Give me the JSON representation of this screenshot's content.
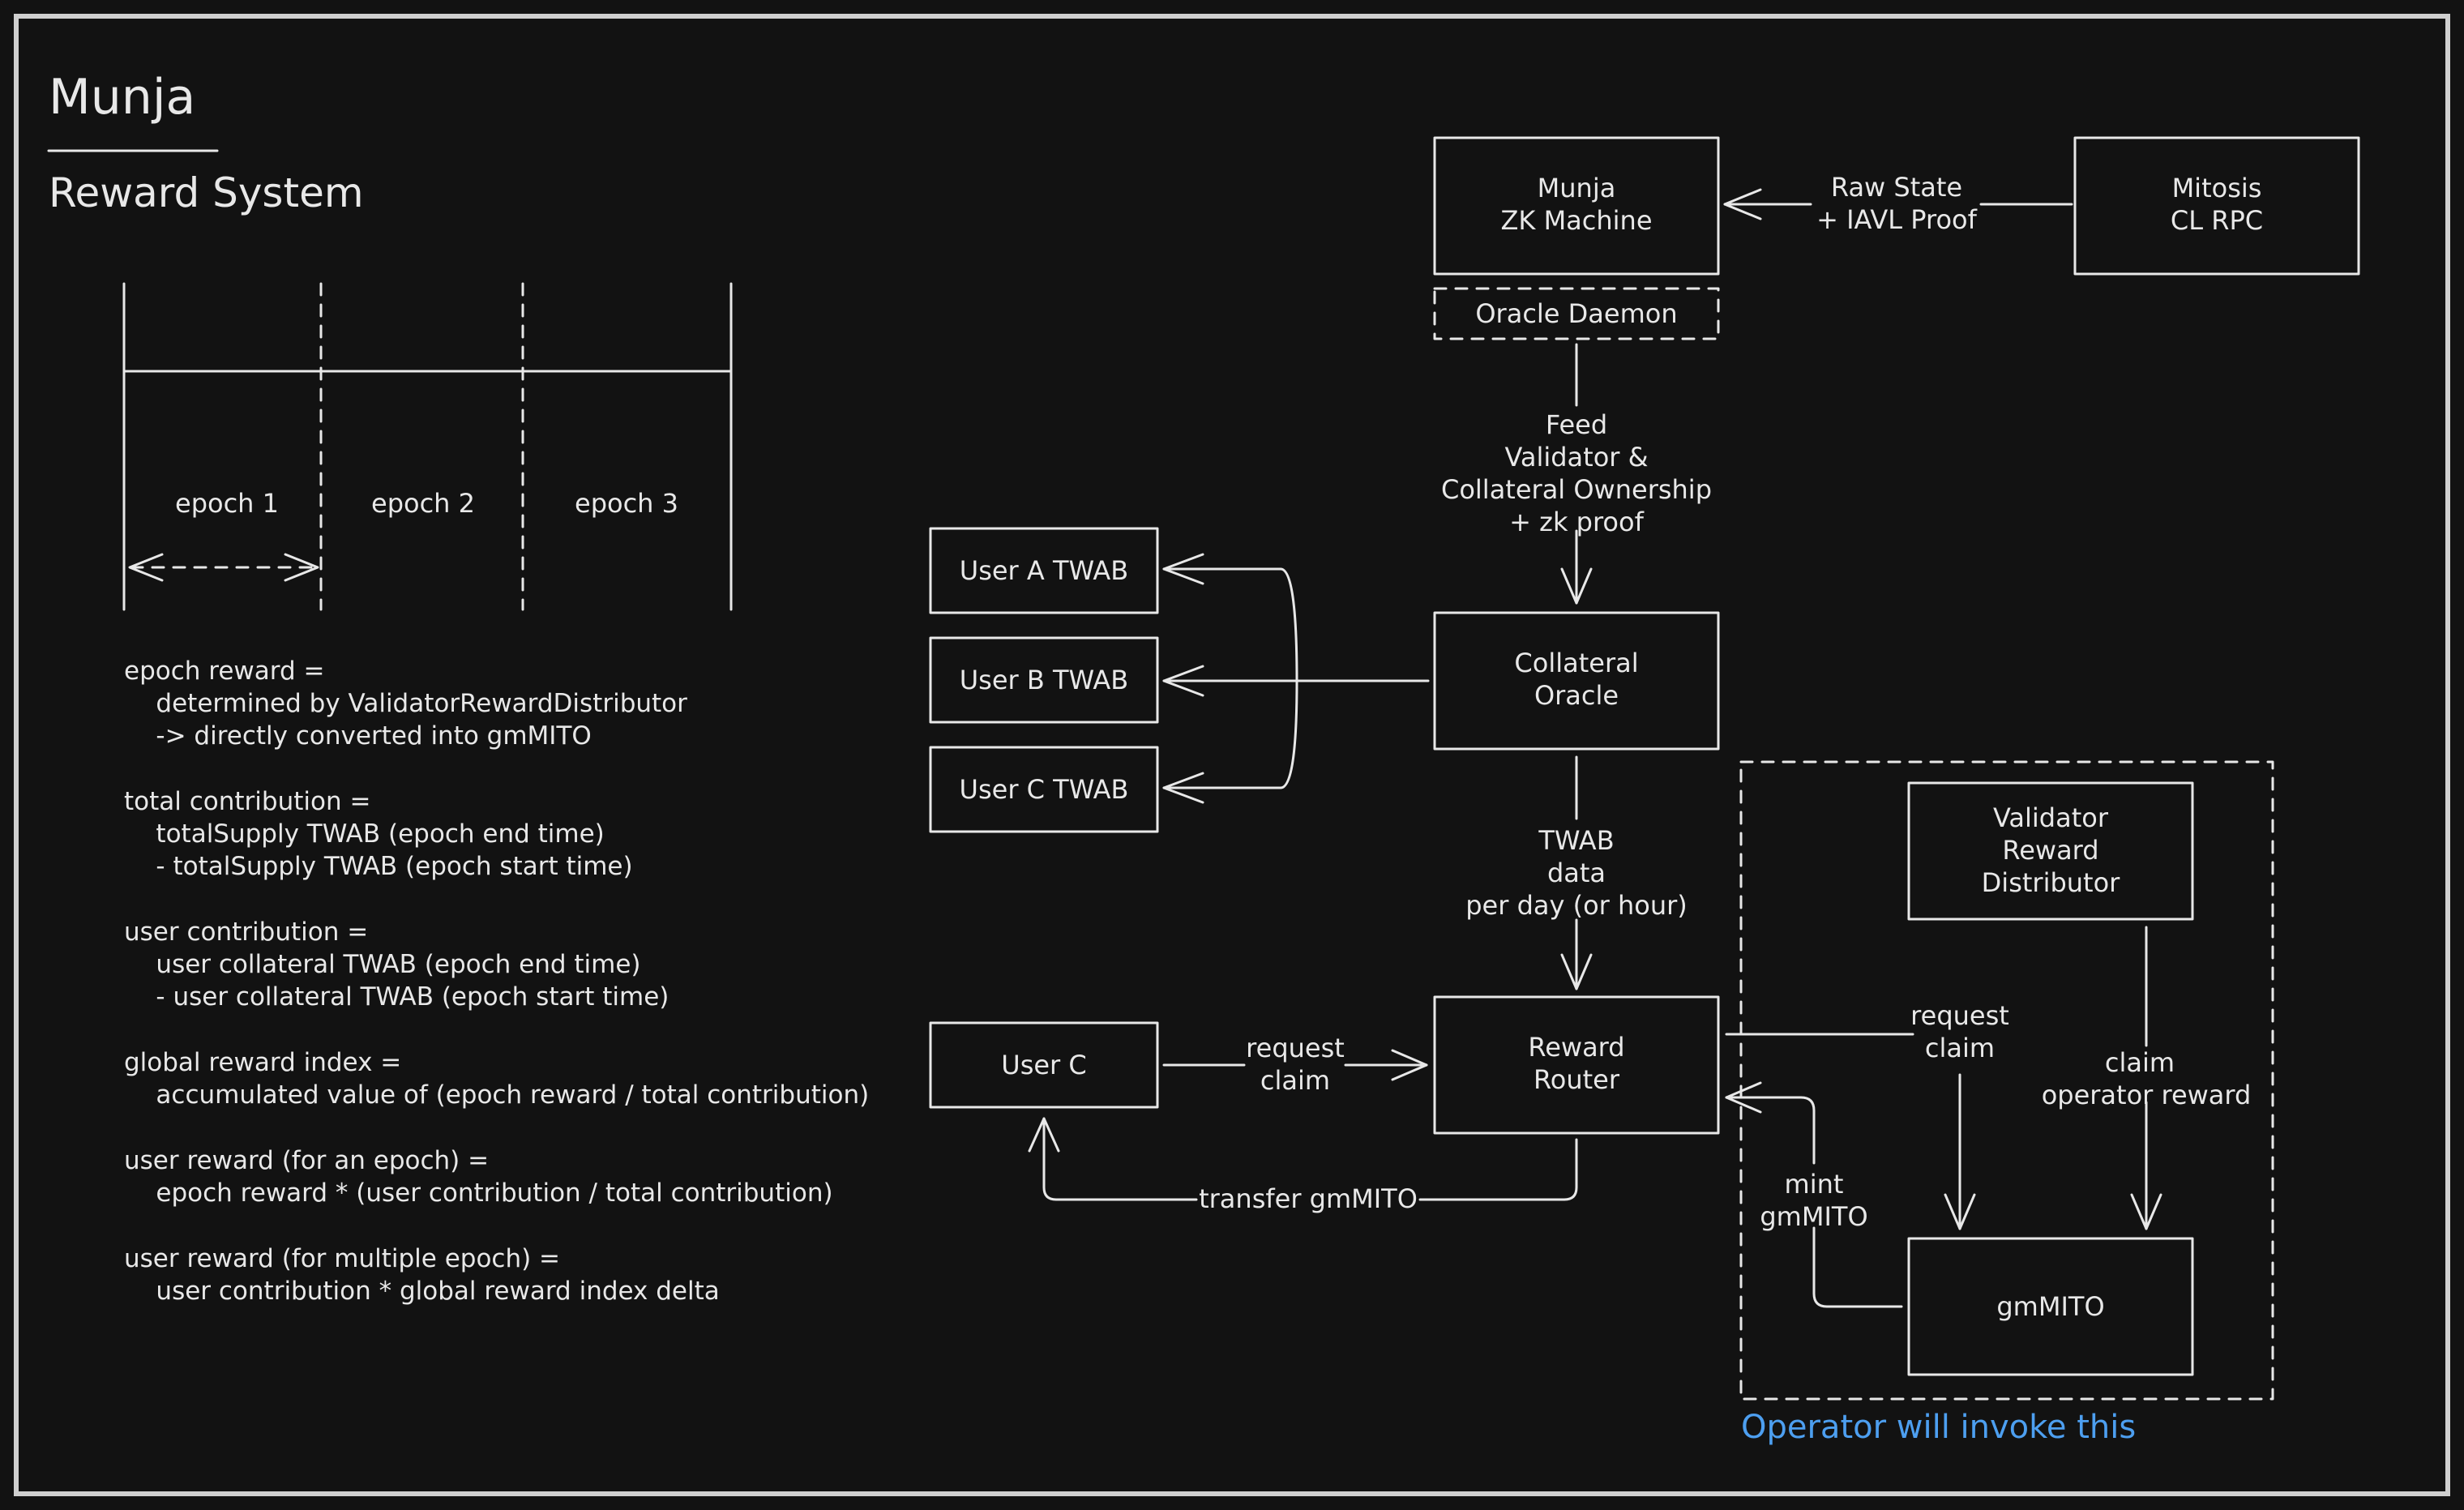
{
  "title": "Munja",
  "subtitle": "Reward System",
  "timeline": {
    "epochs": [
      "epoch 1",
      "epoch 2",
      "epoch 3"
    ]
  },
  "formulas": [
    [
      "epoch reward =",
      "    determined by ValidatorRewardDistributor",
      "    -> directly converted into gmMITO"
    ],
    [
      "total contribution =",
      "    totalSupply TWAB (epoch end time)",
      "    - totalSupply TWAB (epoch start time)"
    ],
    [
      "user contribution =",
      "    user collateral TWAB (epoch end time)",
      "    - user collateral TWAB (epoch start time)"
    ],
    [
      "global reward index =",
      "    accumulated value of (epoch reward / total contribution)"
    ],
    [
      "user reward (for an epoch) =",
      "    epoch reward * (user contribution / total contribution)"
    ],
    [
      "user reward (for multiple epoch) =",
      "    user contribution * global reward index delta"
    ]
  ],
  "boxes": {
    "zk_machine": [
      "Munja",
      "ZK Machine"
    ],
    "cl_rpc": [
      "Mitosis",
      "CL RPC"
    ],
    "oracle_daemon": [
      "Oracle Daemon"
    ],
    "collateral_oracle": [
      "Collateral",
      "Oracle"
    ],
    "user_a_twab": [
      "User A TWAB"
    ],
    "user_b_twab": [
      "User B TWAB"
    ],
    "user_c_twab": [
      "User C TWAB"
    ],
    "reward_router": [
      "Reward",
      "Router"
    ],
    "user_c": [
      "User C"
    ],
    "validator_reward_distributor": [
      "Validator",
      "Reward",
      "Distributor"
    ],
    "gmmito": [
      "gmMITO"
    ]
  },
  "labels": {
    "raw_state": [
      "Raw State",
      "+ IAVL Proof"
    ],
    "feed": [
      "Feed",
      "Validator &",
      "Collateral Ownership",
      "+ zk proof"
    ],
    "twab_data": [
      "TWAB",
      "data",
      "per day (or hour)"
    ],
    "request_claim_user": [
      "request",
      "claim"
    ],
    "transfer_gmmito": [
      "transfer gmMITO"
    ],
    "request_claim_router": [
      "request",
      "claim"
    ],
    "claim_operator_reward": [
      "claim",
      "operator reward"
    ],
    "mint_gmmito": [
      "mint",
      "gmMITO"
    ]
  },
  "operator_note": "Operator will invoke this",
  "colors": {
    "background": "#121212",
    "stroke": "#e8e8e8",
    "accent": "#4d9ff0"
  }
}
